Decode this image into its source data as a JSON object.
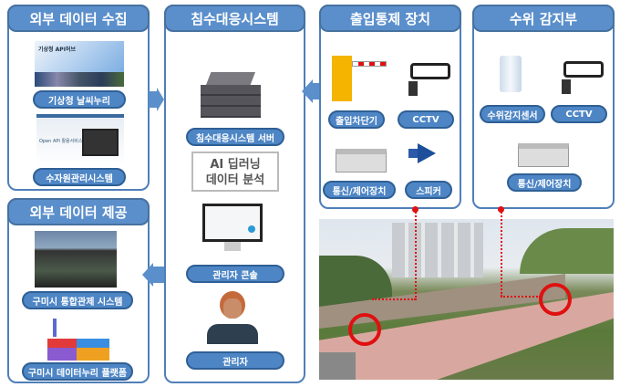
{
  "external_collection": {
    "title": "외부 데이터 수집",
    "items": [
      {
        "label": "기상청 날씨누리",
        "thumb_text": "기상청 API허브"
      },
      {
        "label": "수자원관리시스템",
        "thumb_text": "Open API 활용서비스"
      }
    ]
  },
  "flood_system": {
    "title": "침수대응시스템",
    "server_label": "침수대응시스템 서버",
    "analysis_line1": "AI 딥러닝",
    "analysis_line2": "데이터 분석",
    "console_label": "관리자 콘솔",
    "admin_label": "관리자"
  },
  "access_control": {
    "title": "출입통제 장치",
    "items": [
      "출입차단기",
      "CCTV",
      "통신/제어장치",
      "스피커"
    ]
  },
  "water_level": {
    "title": "수위 감지부",
    "items": [
      "수위감지센서",
      "CCTV",
      "통신/제어장치"
    ]
  },
  "external_provision": {
    "title": "외부 데이터 제공",
    "items": [
      "구미시 통합관제 시스템",
      "구미시 데이터누리 플랫폼"
    ]
  },
  "colors": {
    "header": "#5b8fcb",
    "pill": "#4e86c5",
    "border": "#4f7fb8",
    "marker": "#e01010"
  }
}
